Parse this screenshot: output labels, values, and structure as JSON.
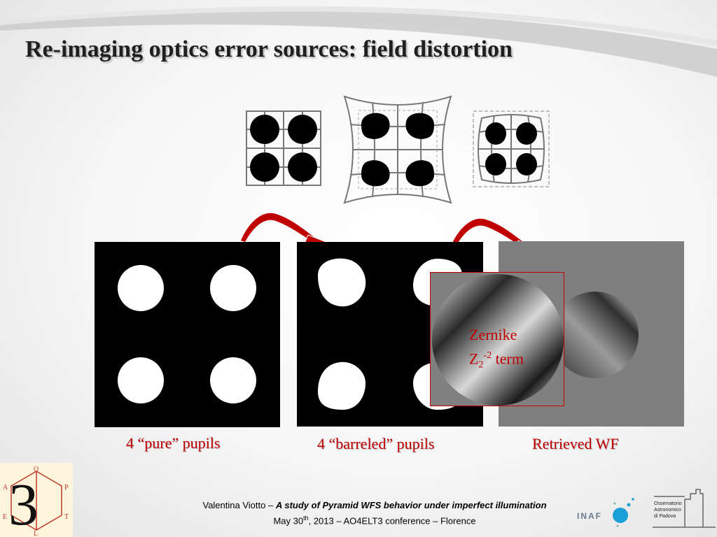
{
  "slide": {
    "title": "Re-imaging optics error sources: field distortion",
    "zernike": {
      "word": "Zernike",
      "z": "Z",
      "sub": "2",
      "sup": "-2",
      "term": " term"
    },
    "captions": {
      "pure": "4 “pure” pupils",
      "barreled": "4 “barreled” pupils",
      "retrieved": "Retrieved WF"
    },
    "footer": {
      "author": "Valentina Viotto",
      "dash": " – ",
      "talk_title": "A study of Pyramid WFS behavior under imperfect illumination",
      "date_prefix": "May 30",
      "date_sup": "th",
      "date_rest": ", 2013 – AO4ELT3 conference – Florence"
    },
    "logos": {
      "inaf": "INAF",
      "padova": "Osservatorio\nAstronomico\ndi Padova",
      "ao3_letters": [
        "O",
        "A",
        "L",
        "P",
        "T",
        "E"
      ]
    },
    "colors": {
      "accent": "#c00000",
      "title": "#1f1f1f"
    }
  }
}
